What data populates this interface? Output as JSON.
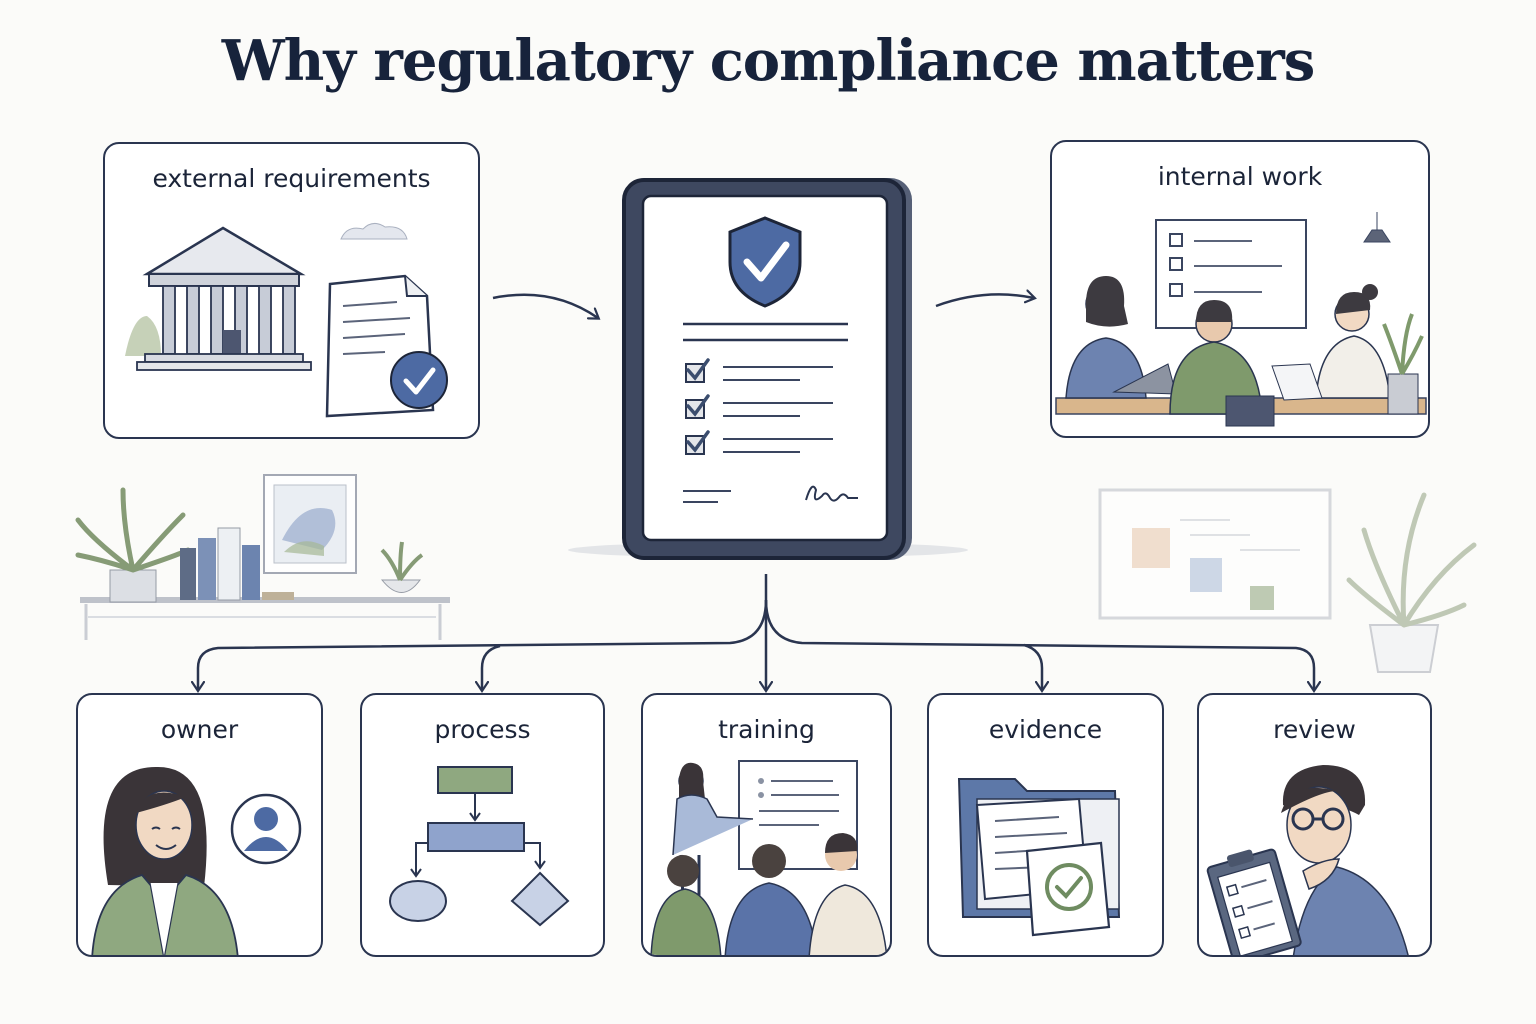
{
  "title": "Why regulatory compliance matters",
  "top_cards": {
    "external": "external requirements",
    "internal": "internal work"
  },
  "bottom_cards": [
    "owner",
    "process",
    "training",
    "evidence",
    "review"
  ],
  "colors": {
    "ink": "#1f2a3d",
    "accent_blue": "#5a73a8",
    "accent_green": "#7f9a6c",
    "paper": "#ffffff"
  }
}
